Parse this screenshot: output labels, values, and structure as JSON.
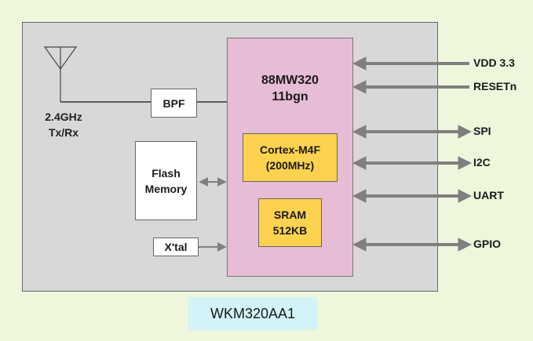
{
  "module": {
    "caption": "WKM320AA1"
  },
  "chip": {
    "title_line1": "88MW320",
    "title_line2": "11bgn"
  },
  "cpu": {
    "line1": "Cortex-M4F",
    "line2": "(200MHz)"
  },
  "sram": {
    "line1": "SRAM",
    "line2": "512KB"
  },
  "bpf": {
    "label": "BPF"
  },
  "flash": {
    "line1": "Flash",
    "line2": "Memory"
  },
  "xtal": {
    "label": "X'tal"
  },
  "antenna": {
    "line1": "2.4GHz",
    "line2": "Tx/Rx"
  },
  "pins": {
    "vdd": "VDD 3.3",
    "reset": "RESETn",
    "spi": "SPI",
    "i2c": "I2C",
    "uart": "UART",
    "gpio": "GPIO"
  },
  "colors": {
    "background": "#eef7dc",
    "module": "#d8d8d8",
    "chip": "#e6bcd6",
    "block_yellow": "#fdd24f",
    "caption_bg": "#d2f3f7",
    "arrow": "#7f7f7f"
  }
}
